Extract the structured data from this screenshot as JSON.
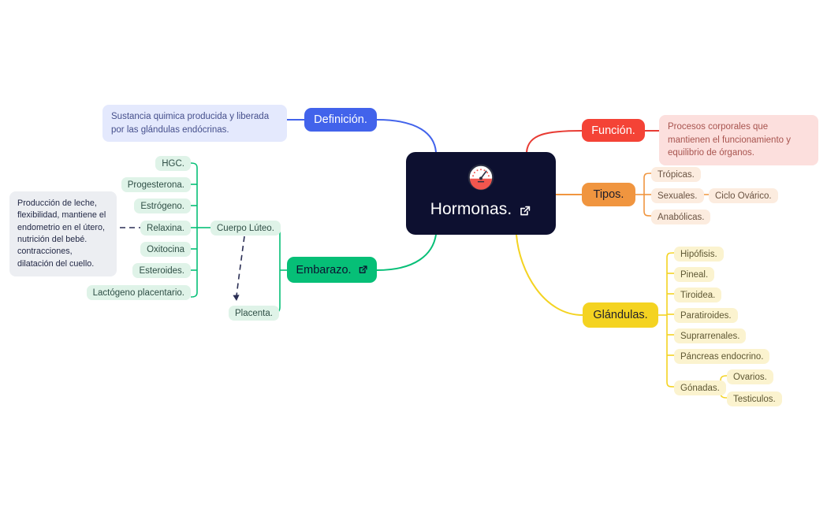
{
  "root": {
    "label": "Hormonas.",
    "icon": "gauge-icon",
    "link_icon": "external-link-icon",
    "color": "#0d1030"
  },
  "branches": {
    "definicion": {
      "label": "Definición.",
      "color": "#4263eb",
      "description": "Sustancia quimica producida y liberada por las glándulas endócrinas."
    },
    "funcion": {
      "label": "Función.",
      "color": "#f44336",
      "description": "Procesos corporales que mantienen el funcionamiento y equilibrio de órganos."
    },
    "tipos": {
      "label": "Tipos.",
      "color": "#f0953f",
      "children": [
        {
          "label": "Trópicas."
        },
        {
          "label": "Sexuales.",
          "child": "Ciclo Ovárico."
        },
        {
          "label": "Anabólicas."
        }
      ]
    },
    "glandulas": {
      "label": "Glándulas.",
      "color": "#f4d321",
      "children": [
        {
          "label": "Hipófisis."
        },
        {
          "label": "Pineal."
        },
        {
          "label": "Tiroidea."
        },
        {
          "label": "Paratiroides."
        },
        {
          "label": "Suprarrenales."
        },
        {
          "label": "Páncreas endocrino."
        },
        {
          "label": "Gónadas.",
          "children": [
            "Ovarios.",
            "Testiculos."
          ]
        }
      ]
    },
    "embarazo": {
      "label": "Embarazo.",
      "color": "#06bf77",
      "link_icon": "external-link-icon",
      "children": [
        {
          "label": "Cuerpo Lúteo."
        },
        {
          "label": "Placenta."
        }
      ],
      "hormones": [
        "HGC.",
        "Progesterona.",
        "Estrógeno.",
        "Relaxina.",
        "Oxitocina",
        "Esteroides.",
        "Lactógeno placentario."
      ],
      "note": "Producción de leche, flexibilidad, mantiene el endometrio en el útero, nutrición del bebé. contracciones, dilatación del cuello."
    }
  }
}
